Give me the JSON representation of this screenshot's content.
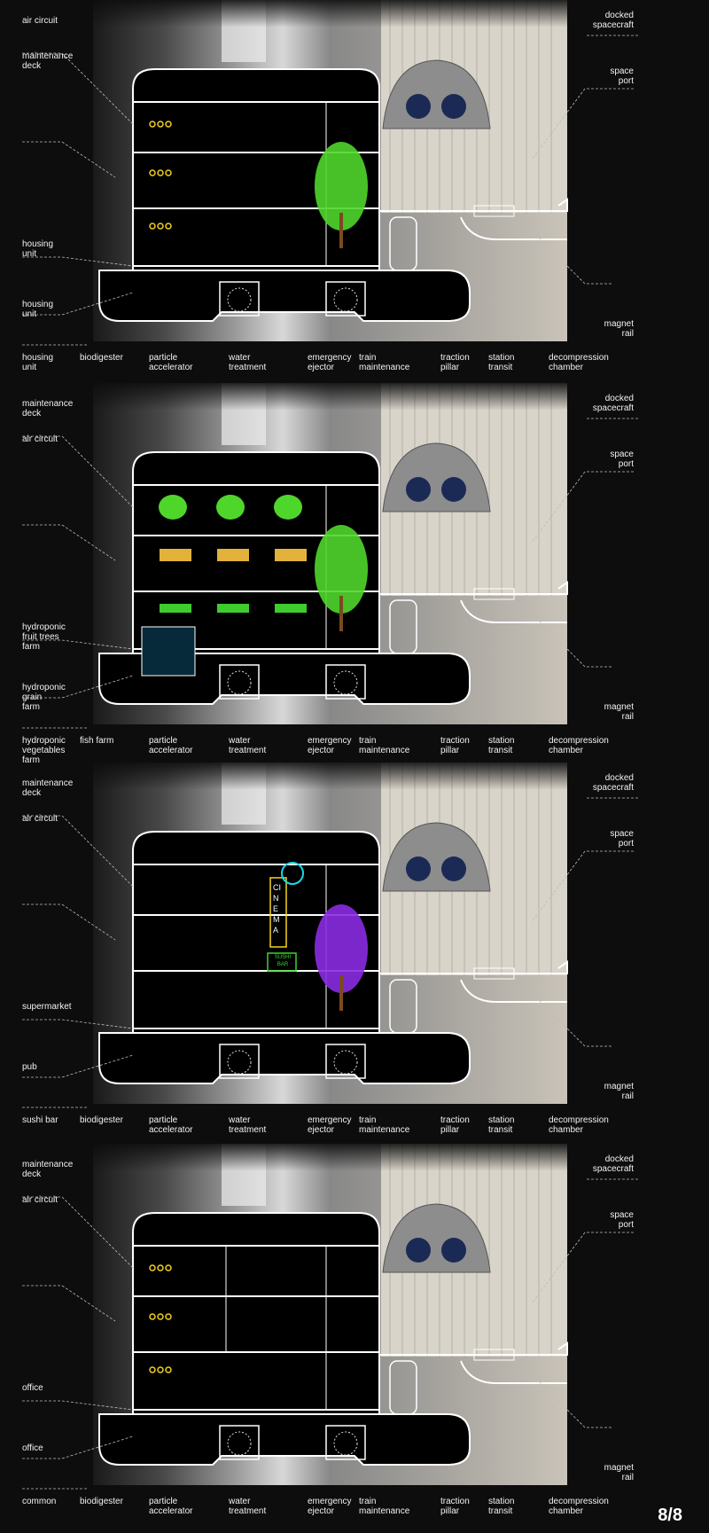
{
  "page_number": "8/8",
  "panels": [
    {
      "left_labels": [
        "air circuit",
        "maintenance\ndeck",
        "housing\nunit",
        "housing\nunit",
        "housing\nunit"
      ],
      "bottom_labels": [
        "biodigester",
        "particle\naccelerator",
        "water\ntreatment",
        "emergency\nejector",
        "train\nmaintenance",
        "traction\npillar",
        "station\ntransit",
        "decompression\nchamber"
      ],
      "right_labels": [
        "docked\nspacecraft",
        "space\nport",
        "magnet\nrail"
      ],
      "tree_color": "#4fd62b",
      "theme": "housing"
    },
    {
      "left_labels": [
        "maintenance\ndeck",
        "air circuit",
        "hydroponic\nfruit trees\nfarm",
        "hydroponic\ngrain\nfarm",
        "hydroponic\nvegetables\nfarm"
      ],
      "bottom_labels": [
        "fish farm",
        "particle\naccelerator",
        "water\ntreatment",
        "emergency\nejector",
        "train\nmaintenance",
        "traction\npillar",
        "station\ntransit",
        "decompression\nchamber"
      ],
      "right_labels": [
        "docked\nspacecraft",
        "space\nport",
        "magnet\nrail"
      ],
      "tree_color": "#4fd62b",
      "theme": "farm"
    },
    {
      "left_labels": [
        "maintenance\ndeck",
        "air circuit",
        "supermarket",
        "pub",
        "sushi bar"
      ],
      "bottom_labels": [
        "biodigester",
        "particle\naccelerator",
        "water\ntreatment",
        "emergency\nejector",
        "train\nmaintenance",
        "traction\npillar",
        "station\ntransit",
        "decompression\nchamber"
      ],
      "right_labels": [
        "docked\nspacecraft",
        "space\nport",
        "magnet\nrail"
      ],
      "tree_color": "#8a2be2",
      "theme": "commercial",
      "signs": {
        "cinema": "CINEMA",
        "sushi": "SUSHI\nBAR"
      }
    },
    {
      "left_labels": [
        "maintenance\ndeck",
        "air circuit",
        "office",
        "office",
        "common"
      ],
      "bottom_labels": [
        "biodigester",
        "particle\naccelerator",
        "water\ntreatment",
        "emergency\nejector",
        "train\nmaintenance",
        "traction\npillar",
        "station\ntransit",
        "decompression\nchamber"
      ],
      "right_labels": [
        "docked\nspacecraft",
        "space\nport",
        "magnet\nrail"
      ],
      "tree_color": "",
      "theme": "office"
    }
  ]
}
